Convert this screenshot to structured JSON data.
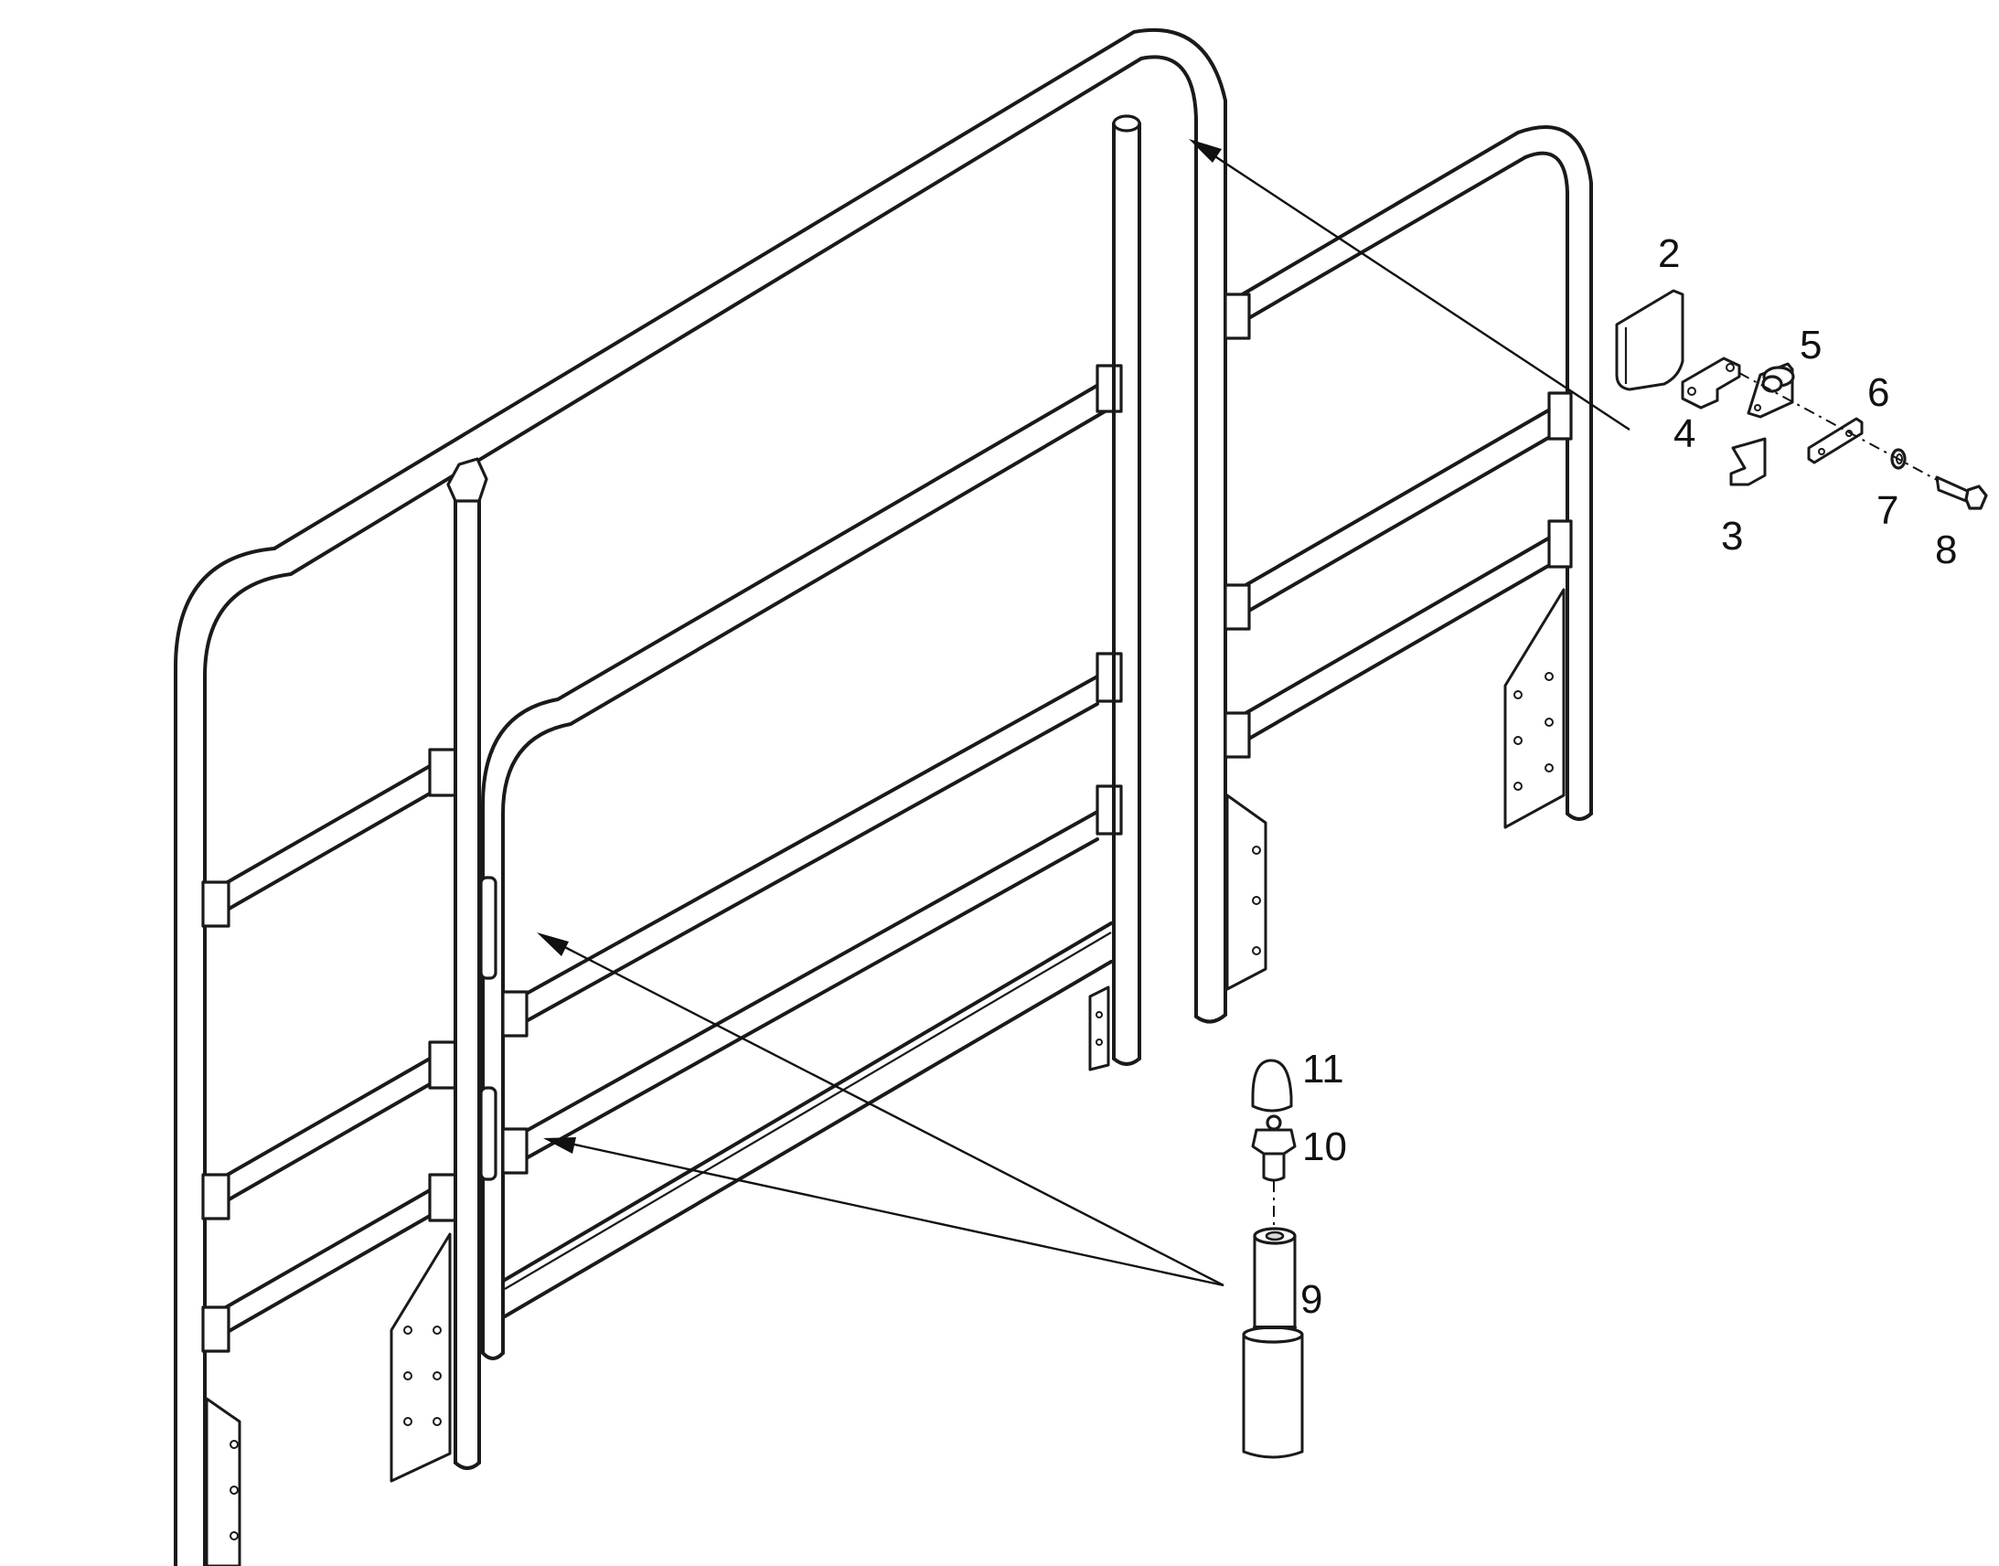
{
  "callouts": {
    "c2": "2",
    "c3": "3",
    "c4": "4",
    "c5": "5",
    "c6": "6",
    "c7": "7",
    "c8": "8",
    "c9": "9",
    "c10": "10",
    "c11": "11"
  },
  "colors": {
    "line": "#1a1a1a",
    "background": "#ffffff",
    "shade": "#d9d9d9"
  }
}
